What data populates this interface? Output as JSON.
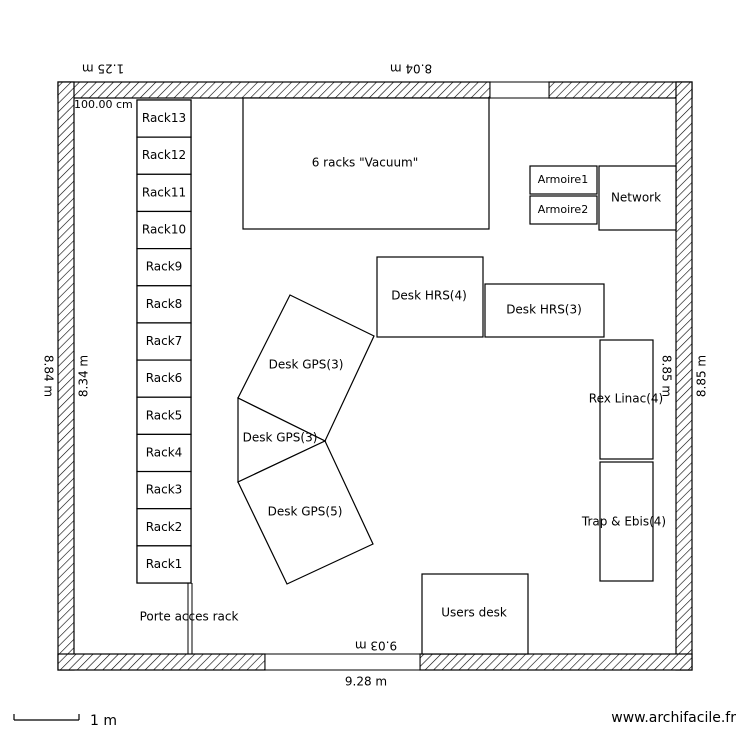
{
  "dimensions": {
    "top_outer": "8.04 m",
    "top_left": "1.25 m",
    "inner_offset": "100.00 cm",
    "left_outer": "8.84 m",
    "left_inner": "8.34 m",
    "right_inner": "8.85 m",
    "right_outer": "8.85 m",
    "bottom_inner": "9.03 m",
    "bottom_outer": "9.28 m"
  },
  "rooms": {
    "vacuum": "6 racks \"Vacuum\"",
    "armoire1": "Armoire1",
    "armoire2": "Armoire2",
    "network": "Network",
    "desk_hrs_4": "Desk HRS(4)",
    "desk_hrs_3": "Desk HRS(3)",
    "desk_gps_3_upper": "Desk GPS(3)",
    "desk_gps_3_lower": "Desk GPS(3)",
    "desk_gps_5": "Desk GPS(5)",
    "rex_linac": "Rex Linac(4)",
    "trap_ebis": "Trap & Ebis(4)",
    "users_desk": "Users desk",
    "porte": "Porte acces rack"
  },
  "racks": [
    "Rack13",
    "Rack12",
    "Rack11",
    "Rack10",
    "Rack9",
    "Rack8",
    "Rack7",
    "Rack6",
    "Rack5",
    "Rack4",
    "Rack3",
    "Rack2",
    "Rack1"
  ],
  "scale_label": "1 m",
  "watermark": "www.archifacile.fr"
}
